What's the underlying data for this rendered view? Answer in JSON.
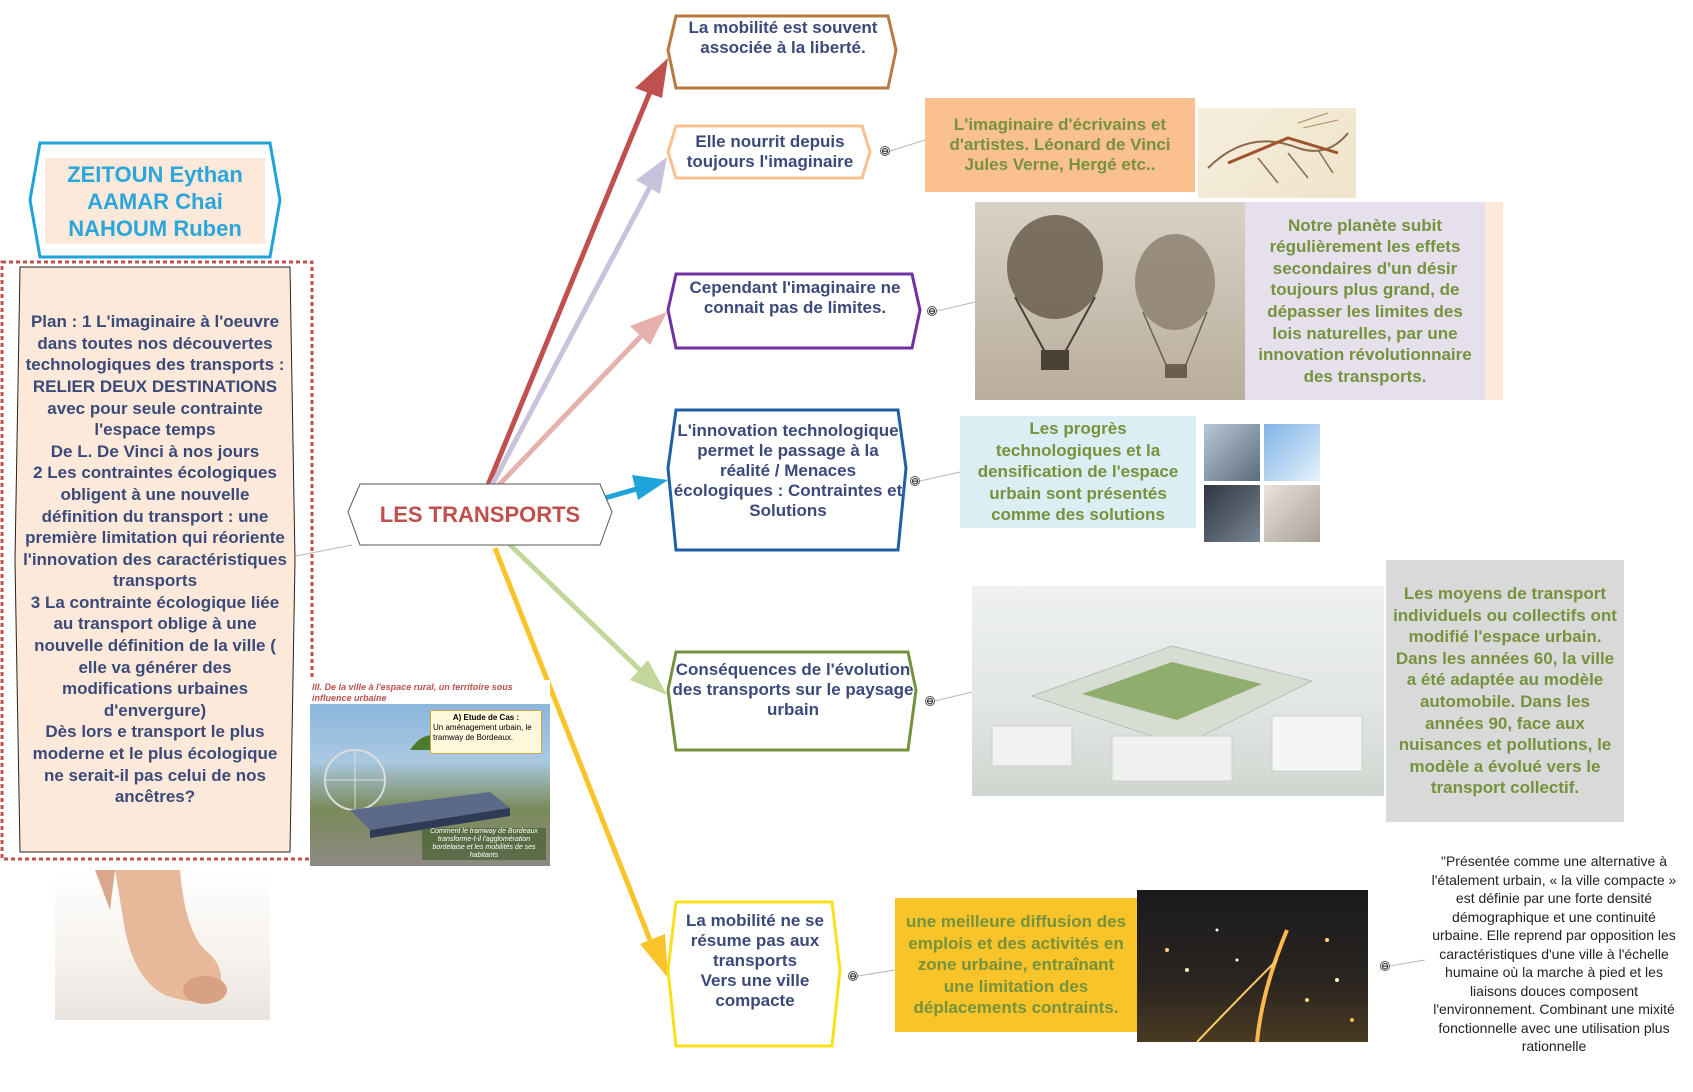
{
  "authors": "ZEITOUN Eythan\nAAMAR Chai\nNAHOUM Ruben",
  "plan": "Plan : 1 L'imaginaire à l'oeuvre dans toutes nos découvertes technologiques des transports  : RELIER DEUX DESTINATIONS avec pour seule contrainte l'espace temps\nDe L. De Vinci à nos jours\n2 Les contraintes écologiques obligent à une nouvelle définition du transport : une première limitation qui réoriente l'innovation des caractéristiques transports\n3 La contrainte écologique liée au transport oblige à une nouvelle définition de la ville ( elle va générer des modifications urbaines d'envergure)\nDès lors e transport le plus moderne et le plus écologique ne serait-il pas celui de nos ancêtres?",
  "center": "LES TRANSPORTS",
  "branches": {
    "b1": "La mobilité est souvent associée à la liberté.",
    "b2": "Elle  nourrit depuis toujours l'imaginaire",
    "b3": "Cependant l'imaginaire ne connait pas de limites.",
    "b4": "L'innovation technologique permet le passage à la réalité / Menaces écologiques : Contraintes et Solutions",
    "b5": "Conséquences de l'évolution des transports sur le paysage urbain",
    "b6": "La mobilité ne se résume pas aux transports\nVers une ville compacte"
  },
  "details": {
    "d2": "L'imaginaire d'écrivains et d'artistes. Léonard de Vinci Jules Verne, Hergé etc..",
    "d3": "Notre planète subit régulièrement les effets secondaires d'un désir toujours plus grand, de dépasser les limites des lois naturelles, par une innovation révolutionnaire des transports.",
    "d4": "Les progrès technologiques et la densification de l'espace urbain sont présentés comme des solutions",
    "d5": "Les moyens de transport individuels ou collectifs ont modifié l'espace urbain. Dans les années 60, la ville a été adaptée au modèle automobile. Dans les années 90, face aux nuisances et pollutions, le modèle a évolué vers le transport collectif.",
    "d6": "une meilleure diffusion des emplois et des activités en zone urbaine, entraînant une limitation des déplacements contraints.",
    "d6quote": "\"Présentée comme une alternative à l'étalement urbain, « la ville compacte » est définie par une forte densité démographique et une continuité urbaine. Elle reprend par opposition les caractéristiques d'une ville à l'échelle humaine où la marche à pied et les liaisons douces composent l'environnement. Combinant une mixité fonctionnelle avec une utilisation plus rationnelle"
  },
  "slide": {
    "header_line1": "III. De la ville à l'espace rural, un territoire sous",
    "header_line2": "influence urbaine",
    "case_title": "A) Etude de Cas :",
    "case_text": "Un aménagement urbain, le tramway de Bordeaux.",
    "question": "Comment le tramway de Bordeaux transforme-t-il l'agglomération bordelaise et les mobilités de ses habitants"
  },
  "collapse_glyph": "⊖",
  "colors": {
    "branch1": "#c0504d",
    "branch2": "#c8c2dc",
    "branch3": "#e6b0ad",
    "branch4": "#1fa3d8",
    "branch5": "#c3d69b",
    "branch6": "#f9c42a",
    "authors_border": "#1fa3d8",
    "plan_border": "#c0504d",
    "text_navy": "#3b4a7a",
    "text_olive": "#76923c",
    "text_blue": "#2aa6dc",
    "center_text": "#c0504d"
  }
}
